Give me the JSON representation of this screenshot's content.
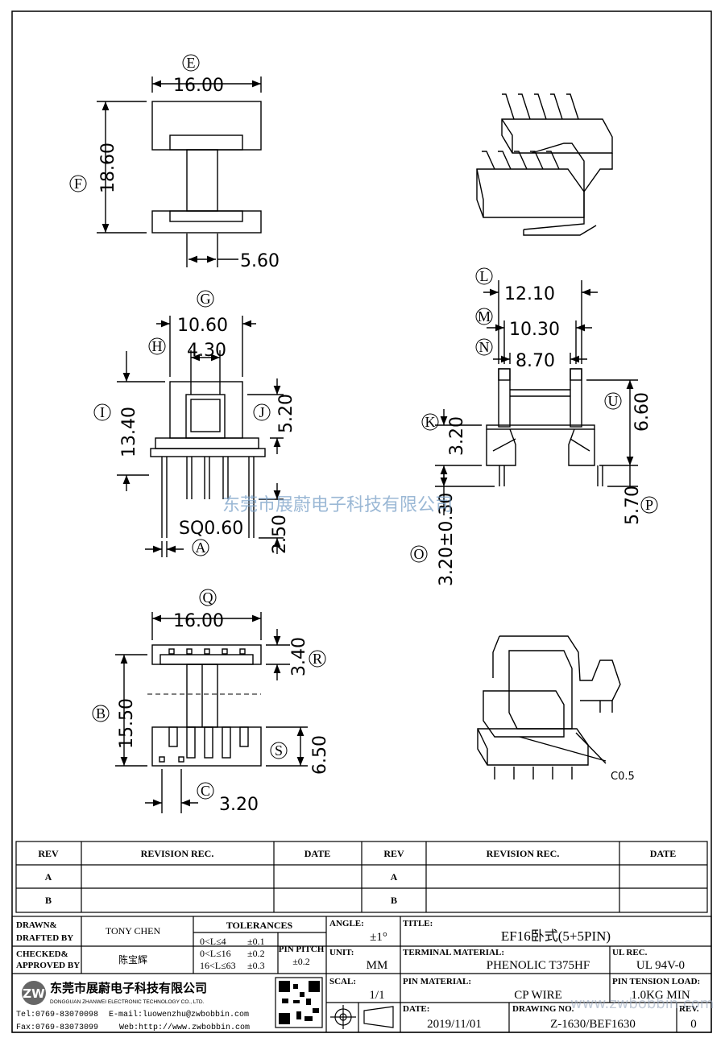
{
  "drawing": {
    "dims": {
      "E_width": "16.00",
      "F_height": "18.60",
      "core_width": "5.60",
      "G_width": "10.60",
      "H_width": "4.30",
      "I_height": "13.40",
      "J_height": "5.20",
      "pin_sq": "SQ0.60",
      "pin_len": "2.50",
      "L_width": "12.10",
      "M_width": "10.30",
      "N_width": "8.70",
      "K_height": "3.20",
      "U_height": "6.60",
      "P_height": "5.70",
      "O_height": "3.20±0.30",
      "Q_width": "16.00",
      "R_height": "3.40",
      "B_height": "15.50",
      "S_height": "6.50",
      "C_pitch": "3.20",
      "chamfer": "C0.5"
    },
    "balloons": {
      "E": "E",
      "F": "F",
      "G": "G",
      "H": "H",
      "I": "I",
      "J": "J",
      "A": "A",
      "L": "L",
      "M": "M",
      "N": "N",
      "K": "K",
      "U": "U",
      "P": "P",
      "O": "O",
      "Q": "Q",
      "R": "R",
      "B": "B",
      "S": "S",
      "C": "C"
    },
    "watermark": "东莞市展蔚电子科技有限公司"
  },
  "revision_table": {
    "headers": [
      "REV",
      "REVISION REC.",
      "DATE",
      "REV",
      "REVISION REC.",
      "DATE"
    ],
    "rows": [
      "A",
      "B"
    ]
  },
  "title_block": {
    "drawn_label": "DRAWN&\nDRAFTED BY",
    "drawn_l1": "DRAWN&",
    "drawn_l2": "DRAFTED BY",
    "drawn_value": "TONY CHEN",
    "checked_l1": "CHECKED&",
    "checked_l2": "APPROVED BY",
    "checked_value": "陈宝辉",
    "tolerances_label": "TOLERANCES",
    "tol_r1": "0<L≤4",
    "tol_r1v": "±0.1",
    "tol_r2": "0<L≤16",
    "tol_r2v": "±0.2",
    "tol_r3": "16<L≤63",
    "tol_r3v": "±0.3",
    "pin_pitch_l1": "PIN PITCH",
    "pin_pitch_v": "±0.2",
    "angle_label": "ANGLE:",
    "angle_value": "±1°",
    "unit_label": "UNIT:",
    "unit_value": "MM",
    "scale_label": "SCAL:",
    "scale_value": "1/1",
    "title_label": "TITLE:",
    "title_value": "EF16卧式(5+5PIN)",
    "terminal_label": "TERMINAL MATERIAL:",
    "terminal_value": "PHENOLIC T375HF",
    "ul_label": "UL REC.",
    "ul_value": "UL 94V-0",
    "pin_mat_label": "PIN MATERIAL:",
    "pin_mat_value": "CP WIRE",
    "tension_label": "PIN TENSION LOAD:",
    "tension_value": "1.0KG MIN",
    "date_label": "DATE:",
    "date_value": "2019/11/01",
    "drawing_no_label": "DRAWING NO.",
    "drawing_no_value": "Z-1630/BEF1630",
    "rev_label": "REV.",
    "rev_value": "0",
    "company_cn": "东莞市展蔚电子科技有限公司",
    "company_en": "DONGGUAN ZHANWEI ELECTRONIC TECHNOLOGY CO., LTD.",
    "tel": "Tel:0769-83070098",
    "email": "E-mail:luowenzhu@zwbobbin.com",
    "fax": "Fax:0769-83073099",
    "web": "Web:http://www.zwbobbin.com",
    "web_watermark": "www.zwbobbin.com"
  }
}
